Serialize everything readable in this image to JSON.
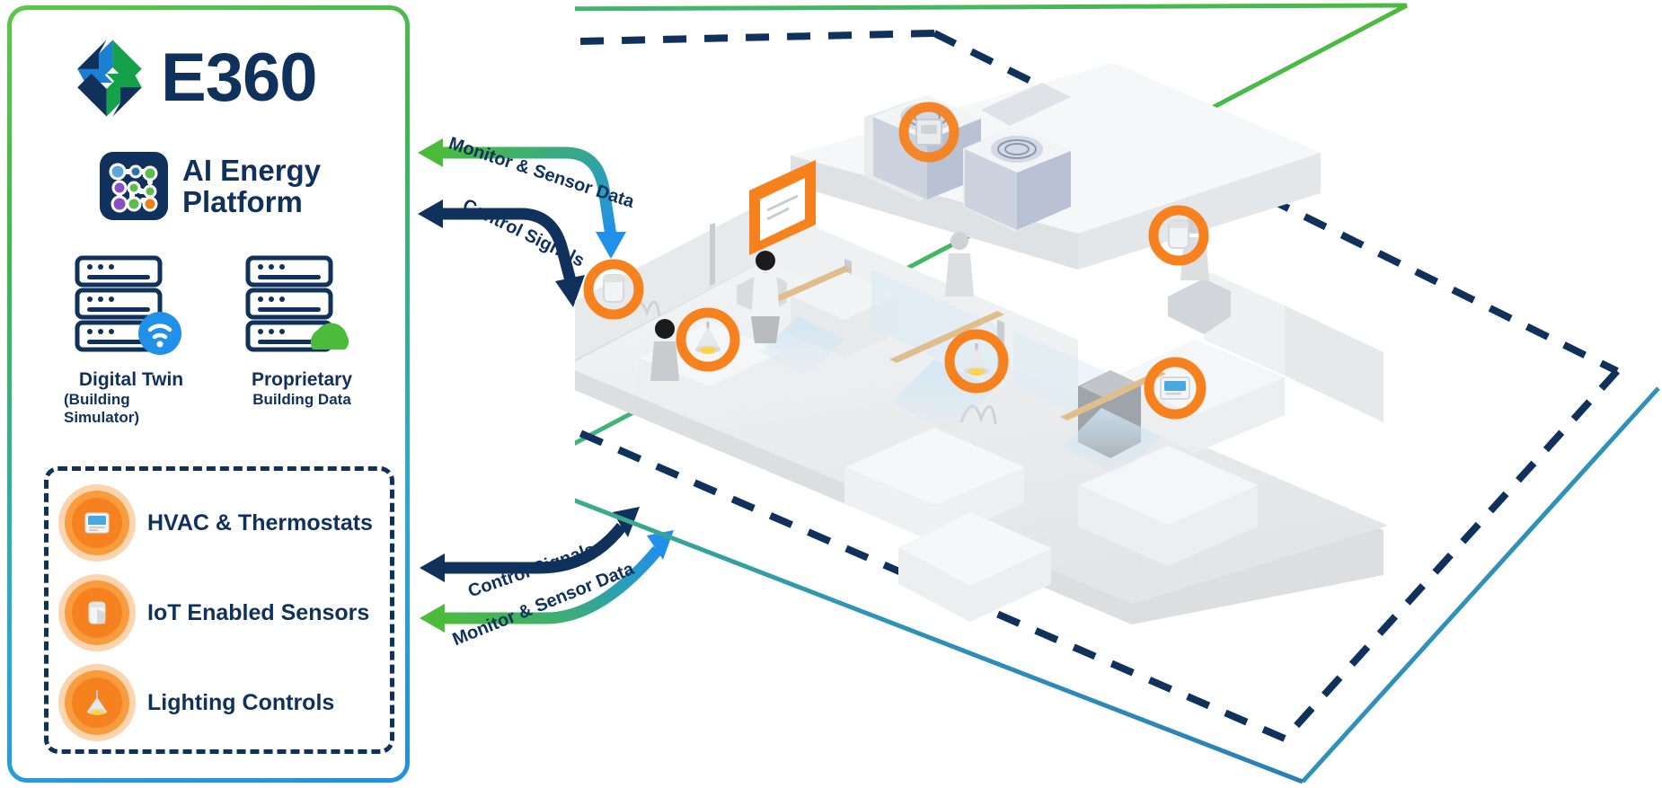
{
  "brand": {
    "name": "E360",
    "logo_icon": "e360-bolt-logo",
    "accent_green": "#4cbb3c",
    "accent_blue": "#1f90e0",
    "navy": "#10315c",
    "orange": "#f6821f"
  },
  "platform": {
    "title_line1": "AI Energy",
    "title_line2": "Platform",
    "icon": "ai-network-nodes-icon"
  },
  "assets": [
    {
      "icon": "server-stack-wifi-icon",
      "badge": "wifi-badge-icon",
      "label": "Digital Twin",
      "sublabel": "(Building Simulator)"
    },
    {
      "icon": "server-stack-cloud-icon",
      "badge": "cloud-badge-icon",
      "label": "Proprietary",
      "sublabel": "Building Data"
    }
  ],
  "devices": [
    {
      "icon": "thermostat-icon",
      "label": "HVAC & Thermostats"
    },
    {
      "icon": "iot-sensor-icon",
      "label": "IoT Enabled Sensors"
    },
    {
      "icon": "pendant-lamp-icon",
      "label": "Lighting Controls"
    }
  ],
  "flows": {
    "top": [
      {
        "label": "Monitor & Sensor Data",
        "direction": "to-platform",
        "color": "#3fb54a"
      },
      {
        "label": "Control Signals",
        "direction": "to-building",
        "color": "#10315c"
      }
    ],
    "bottom": [
      {
        "label": "Control Signals",
        "direction": "to-devices",
        "color": "#10315c"
      },
      {
        "label": "Monitor & Sensor Data",
        "direction": "to-devices-in",
        "color": "#3fb54a"
      }
    ]
  },
  "building": {
    "name": "isometric-smart-office-cutaway",
    "boundary_dashed_color": "#10315c",
    "boundary_green_color": "#4cbb3c",
    "boundary_blue_color": "#2b7fb8",
    "hotspots": [
      {
        "icon": "hvac-rooftop-unit-icon",
        "kind": "hvac"
      },
      {
        "icon": "wall-display-icon",
        "kind": "display"
      },
      {
        "icon": "iot-sensor-icon",
        "kind": "sensor"
      },
      {
        "icon": "pendant-lamp-icon",
        "kind": "lighting"
      },
      {
        "icon": "pendant-lamp-icon",
        "kind": "lighting"
      },
      {
        "icon": "iot-sensor-icon",
        "kind": "sensor"
      },
      {
        "icon": "thermostat-icon",
        "kind": "thermostat"
      }
    ]
  }
}
